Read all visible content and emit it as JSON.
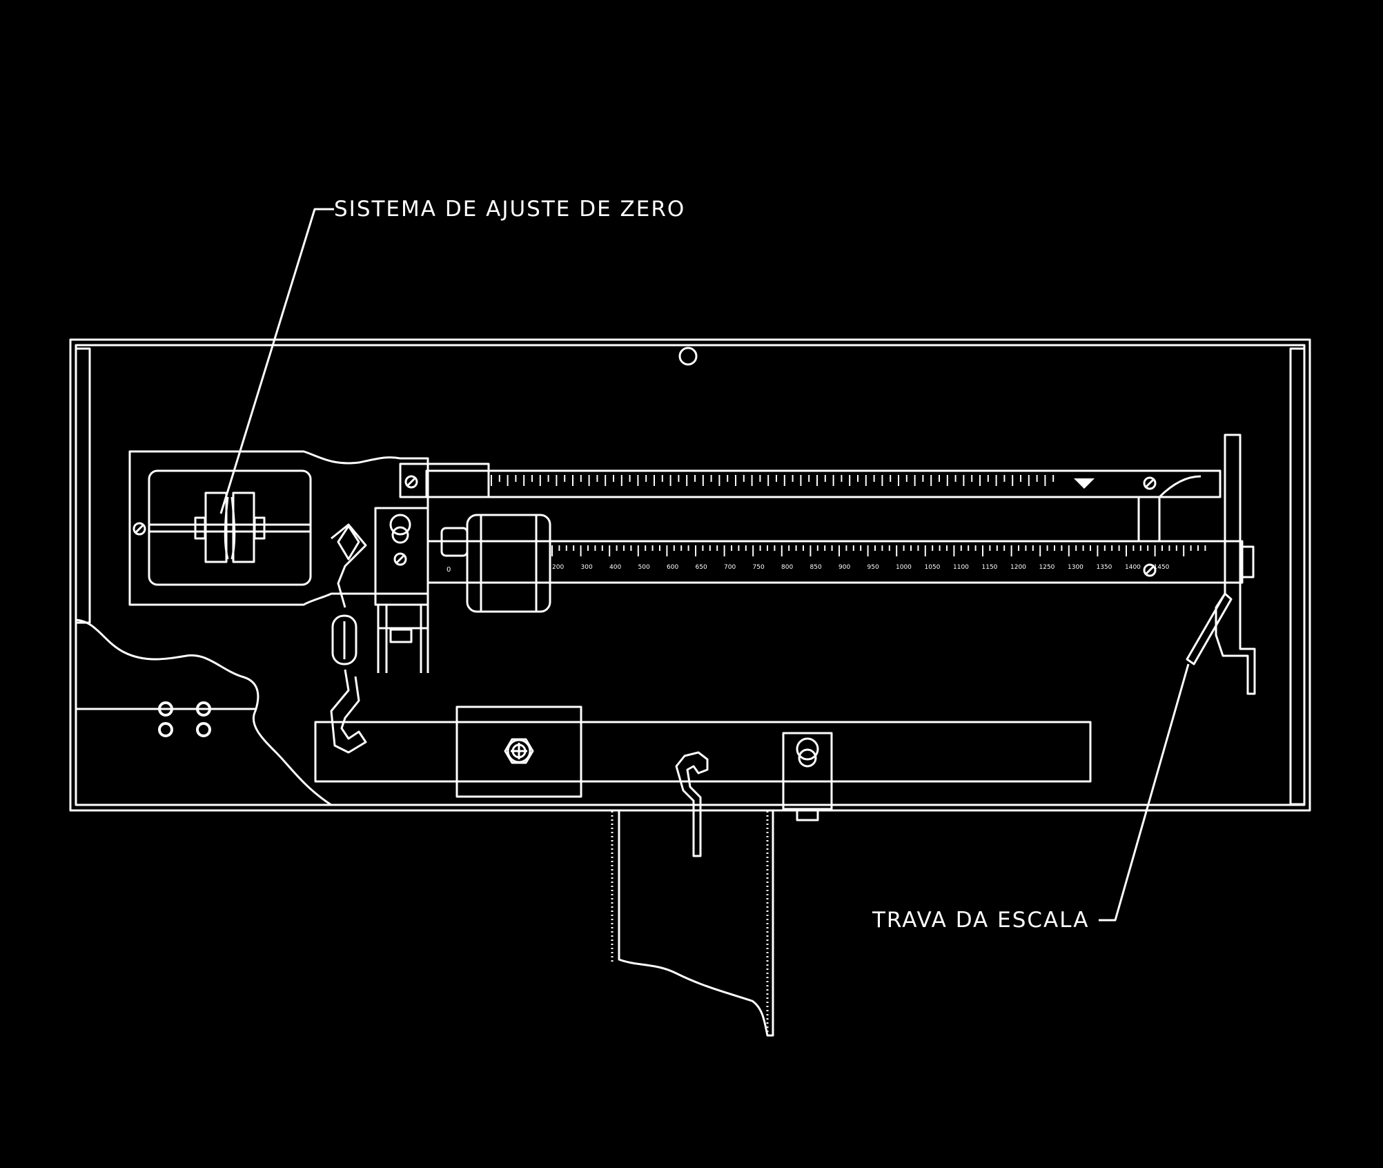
{
  "labels": {
    "zero_adjust": "SISTEMA DE AJUSTE DE ZERO",
    "scale_lock": "TRAVA DA ESCALA"
  },
  "lower_scale_numbers": [
    "200",
    "300",
    "400",
    "500",
    "600",
    "650",
    "700",
    "750",
    "800",
    "850",
    "900",
    "950",
    "1000",
    "1050",
    "1100",
    "1150",
    "1200",
    "1250",
    "1300",
    "1350",
    "1400",
    "1450"
  ],
  "zero_mark": "0",
  "colors": {
    "background": "#000000",
    "line": "#ffffff"
  }
}
